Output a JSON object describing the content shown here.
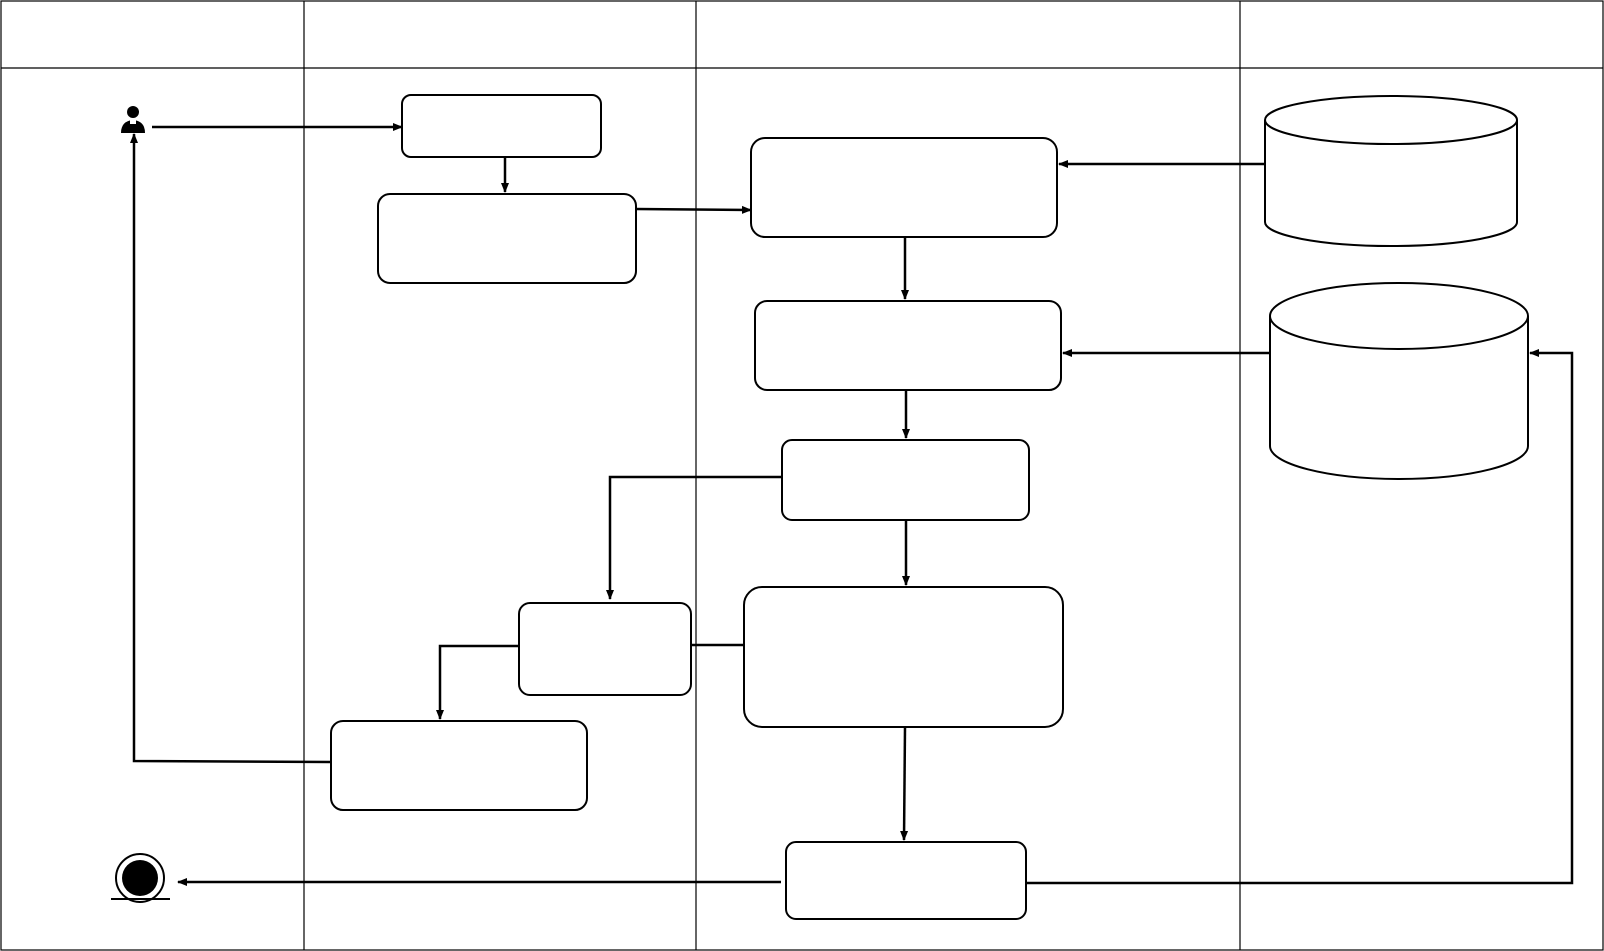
{
  "diagram": {
    "type": "swimlane-activity-diagram",
    "lanes": [
      {
        "id": "lane-1",
        "title": ""
      },
      {
        "id": "lane-2",
        "title": ""
      },
      {
        "id": "lane-3",
        "title": ""
      },
      {
        "id": "lane-4",
        "title": ""
      }
    ],
    "nodes": [
      {
        "id": "actor",
        "kind": "actor-icon",
        "label": ""
      },
      {
        "id": "n1",
        "kind": "activity",
        "label": ""
      },
      {
        "id": "n2",
        "kind": "activity",
        "label": ""
      },
      {
        "id": "n3",
        "kind": "activity",
        "label": ""
      },
      {
        "id": "n4",
        "kind": "activity",
        "label": ""
      },
      {
        "id": "n5",
        "kind": "activity",
        "label": ""
      },
      {
        "id": "n6",
        "kind": "activity",
        "label": ""
      },
      {
        "id": "n7",
        "kind": "activity",
        "label": ""
      },
      {
        "id": "n8",
        "kind": "activity",
        "label": ""
      },
      {
        "id": "n9",
        "kind": "activity",
        "label": ""
      },
      {
        "id": "db1",
        "kind": "database",
        "label": ""
      },
      {
        "id": "db2",
        "kind": "database",
        "label": ""
      },
      {
        "id": "end",
        "kind": "end-node",
        "label": ""
      }
    ],
    "colors": {
      "stroke": "#000000",
      "fill": "#ffffff",
      "grid": "#000000"
    }
  }
}
